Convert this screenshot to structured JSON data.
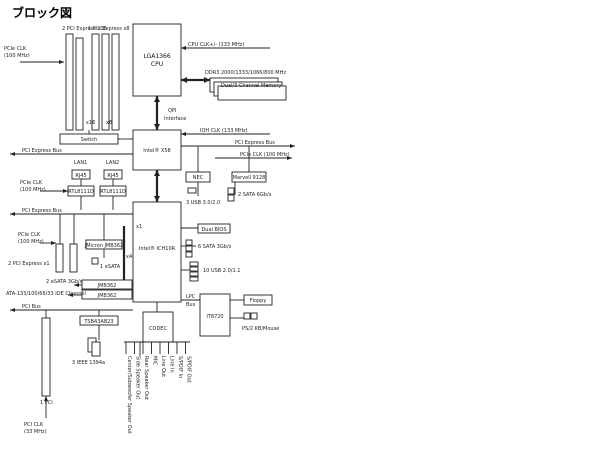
{
  "title": "ブロック図",
  "cpu": {
    "line1": "LGA1366",
    "line2": "CPU"
  },
  "qpi": {
    "line1": "QPI",
    "line2": "Interface"
  },
  "x58": "Intel® X58",
  "ich": "Intel® ICH10R",
  "cpu_clk": "CPU CLK+/- (133 MHz)",
  "ddr3": "DDR3 2000/1333/1066/800 MHz",
  "memory": "Dual/3 Channel Memory",
  "ioh_clk": "IOH CLK (133 MHz)",
  "pcie_bus_right": "PCI Express Bus",
  "pcie_clk_right": "PCIe CLK (100 MHz)",
  "marvell": "Marvell 9128",
  "sata6g": "2 SATA 6Gb/s",
  "nec": "NEC",
  "usb3": "3 USB 3.0/2.0",
  "pcie_clk_top": {
    "line1": "PCIe CLK",
    "line2": "(100 MHz)"
  },
  "pcie_x16_label": "2 PCI Express x16",
  "pcie_x8_label": "1 PCI Express x8",
  "slot_x16": "x16",
  "slot_x8": "x8",
  "switch": "Switch",
  "pcie_bus_left": "PCI Express Bus",
  "lan1": "LAN1",
  "lan2": "LAN2",
  "rj45": "RJ45",
  "rtl1": "RTL8111D",
  "rtl2": "RTL8111D",
  "pcie_clk_mid": {
    "line1": "PCIe CLK",
    "line2": "(100 MHz)"
  },
  "pcie_bus_left2": "PCI Express Bus",
  "pcie_clk_low": {
    "line1": "PCIe CLK",
    "line2": "(100 MHz)"
  },
  "pcie_x1_label": "2 PCI Express x1",
  "jmb_chip": "JMicron JMB362",
  "esata": "1 eSATA",
  "jmb_box": "JMB362",
  "esata_ports": "2 eSATA 3Gb/s",
  "ata_label": "ATA-133/100/66/33 IDE Channel",
  "dual_bios": "Dual BIOS",
  "sata3g": "6 SATA 3Gb/s",
  "usb2": "10 USB 2.0/1.1",
  "lpc": {
    "line1": "LPC",
    "line2": "Bus"
  },
  "it8720": "IT8720",
  "floppy": "Floppy",
  "ps2": "PS/2 KB/Mouse",
  "pci_bus": "PCI Bus",
  "ti_chip": "TSB43AB23",
  "ieee": "3 IEEE 1394a",
  "codec": "CODEC",
  "pci_slot": "1 PCI",
  "pci_clk": {
    "line1": "PCI CLK",
    "line2": "(33 MHz)"
  },
  "x1_label": "x1",
  "x4_label": "x4",
  "audio": [
    "Center/Subwoofer Speaker Out",
    "Side Speaker Out",
    "Rear Speaker Out",
    "MIC",
    "Line Out",
    "Line In",
    "S/PDIF In",
    "S/PDIF Out"
  ]
}
